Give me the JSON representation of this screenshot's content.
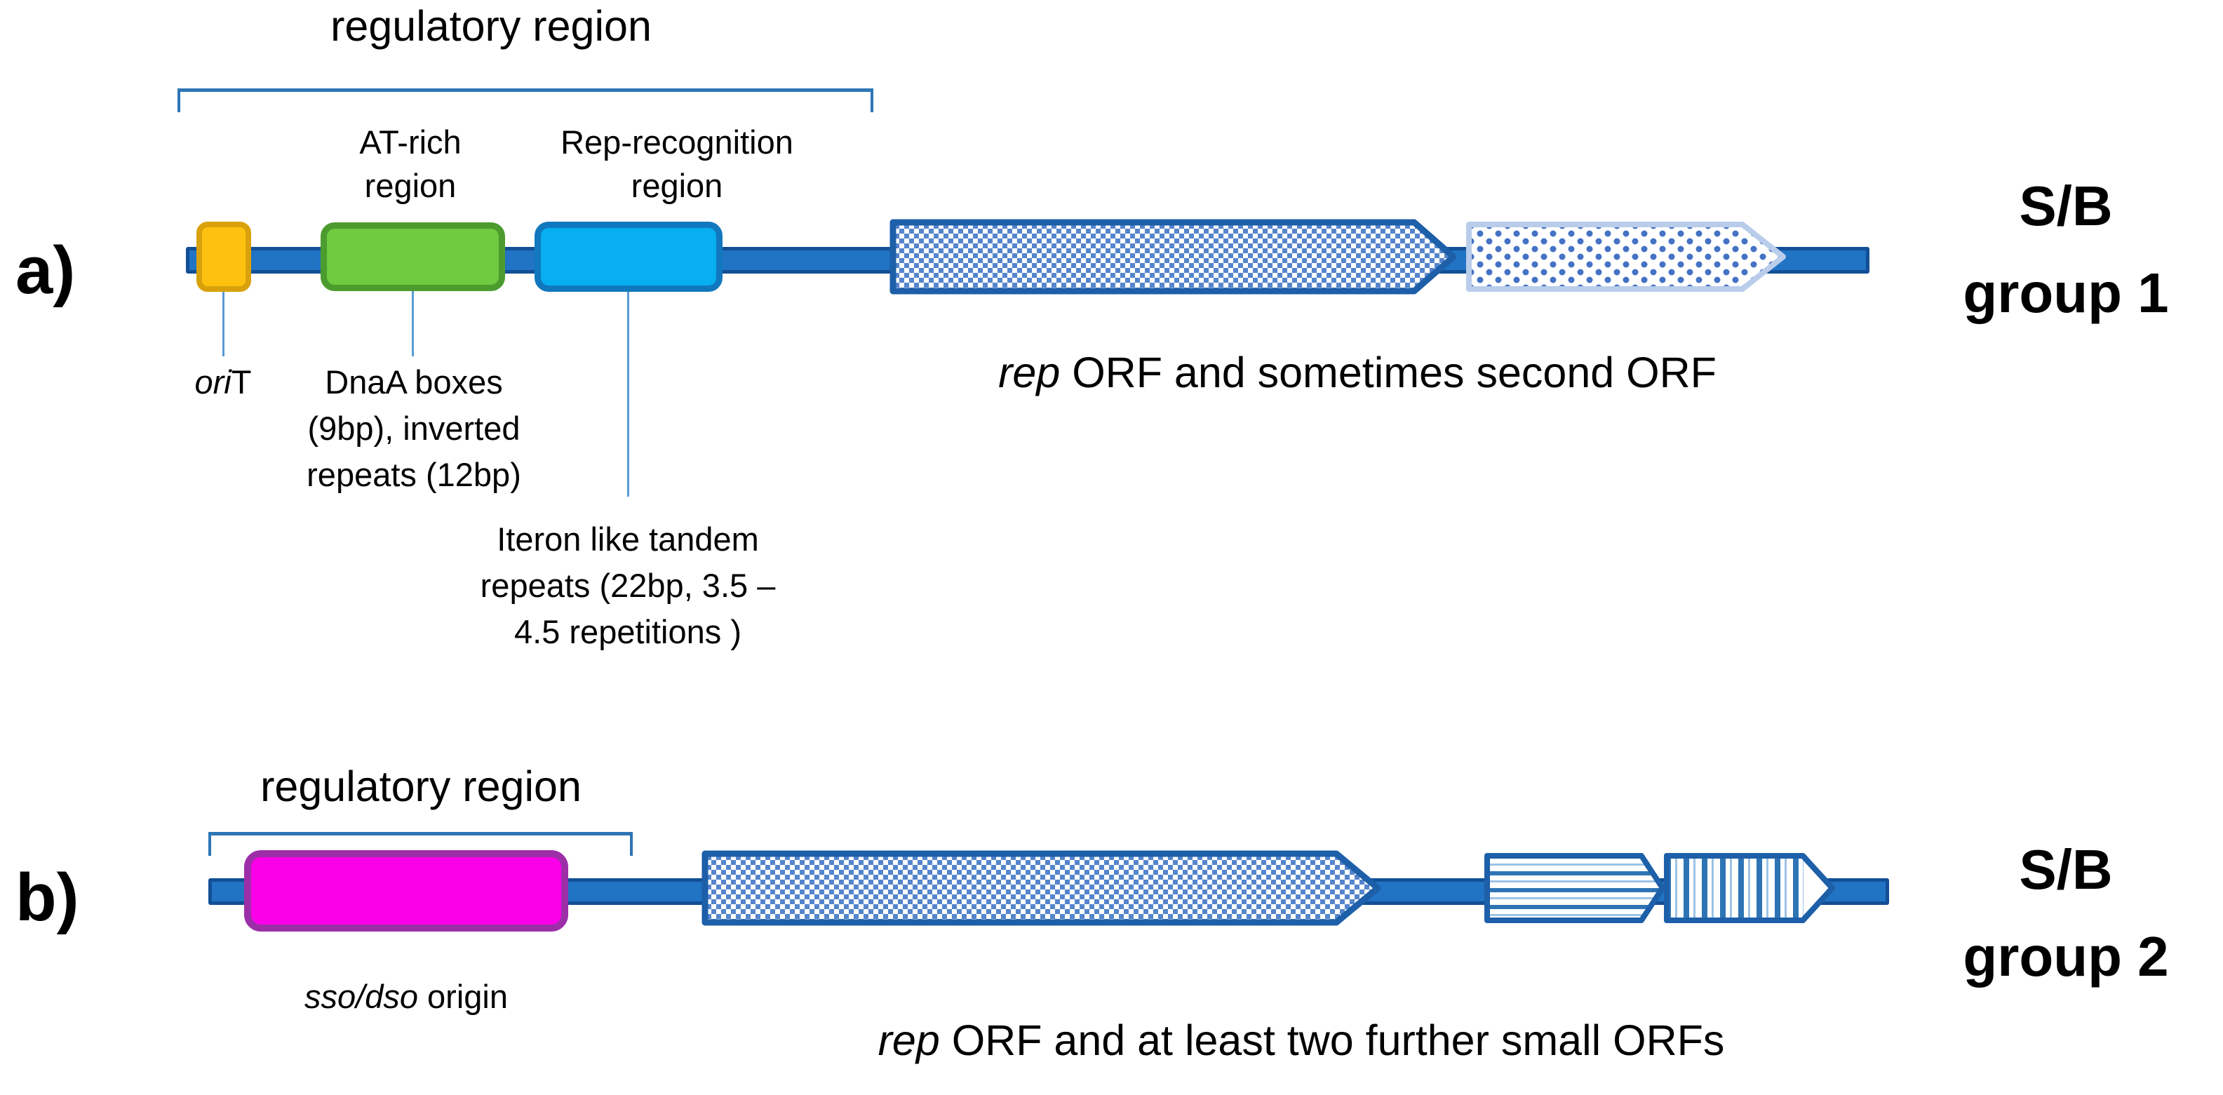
{
  "palette": {
    "backbone_fill": "#2173C4",
    "backbone_border": "#124F96",
    "orange_fill": "#FFC110",
    "orange_border": "#D9A10B",
    "green_fill": "#70CA3F",
    "green_border": "#4B9B2E",
    "cyan_fill": "#07AEF0",
    "cyan_border": "#1278BE",
    "magenta_fill": "#FB00E8",
    "magenta_border": "#9C2FA8",
    "arrow_border_dark": "#1D5FA8",
    "arrow_border_light": "#B9CDEB",
    "hatch_blue": "#5585CC",
    "dot_blue": "#4472C4",
    "stripe_blue": "#2E74B5",
    "stripe_light": "#9CC3E6",
    "bracket_blue": "#2E75B6",
    "leader_blue": "#5B9BD5",
    "text_black": "#000000"
  },
  "panel_a": {
    "panel_label": "a)",
    "title": "regulatory region",
    "at_rich_label": "AT-rich\nregion",
    "rep_recognition_label": "Rep-recognition\nregion",
    "orit_label": {
      "italic": "ori",
      "regular": "T"
    },
    "dnaa_label": "DnaA boxes\n(9bp), inverted\nrepeats (12bp)",
    "iteron_label": "Iteron like tandem\nrepeats (22bp, 3.5 –\n4.5 repetitions )",
    "caption": {
      "italic": "rep",
      "regular": " ORF and sometimes second ORF"
    },
    "group_label": "S/B\ngroup 1"
  },
  "panel_b": {
    "panel_label": "b)",
    "title": "regulatory region",
    "origin_label": {
      "italic": "sso/dso",
      "regular": " origin"
    },
    "caption": {
      "italic": "rep",
      "regular": " ORF and at least two further small ORFs"
    },
    "group_label": "S/B\ngroup 2"
  }
}
